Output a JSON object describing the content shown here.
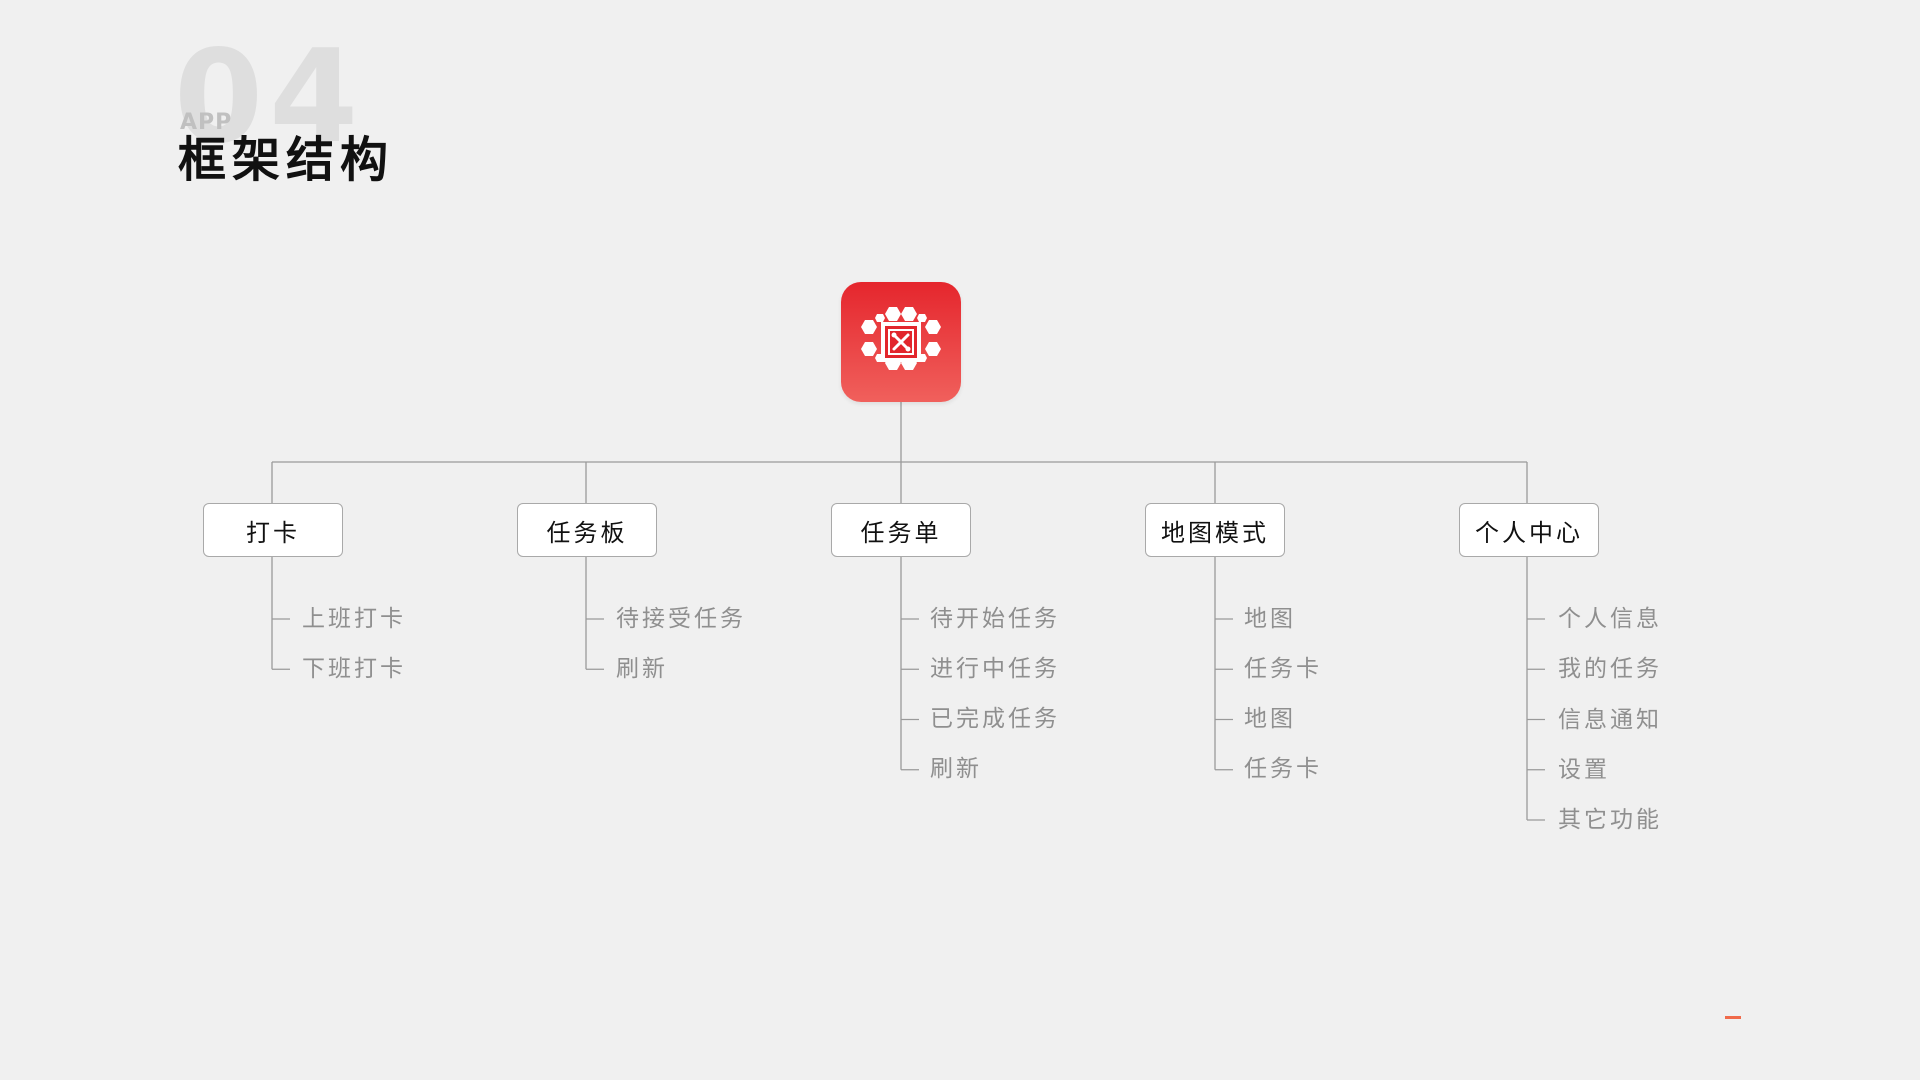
{
  "header": {
    "section_number": "04",
    "section_tag": "APP",
    "section_title": "框架结构"
  },
  "app_icon": {
    "name": "app-logo-icon",
    "color_top": "#e5262d",
    "color_bottom": "#f0605c"
  },
  "tree": [
    {
      "label": "打卡",
      "children": [
        "上班打卡",
        "下班打卡"
      ]
    },
    {
      "label": "任务板",
      "children": [
        "待接受任务",
        "刷新"
      ]
    },
    {
      "label": "任务单",
      "children": [
        "待开始任务",
        "进行中任务",
        "已完成任务",
        "刷新"
      ]
    },
    {
      "label": "地图模式",
      "children": [
        "地图",
        "任务卡",
        "地图",
        "任务卡"
      ]
    },
    {
      "label": "个人中心",
      "children": [
        "个人信息",
        "我的任务",
        "信息通知",
        "设置",
        "其它功能"
      ]
    }
  ],
  "colors": {
    "background": "#f0f0f0",
    "line": "#9a9a9a",
    "leaf_text": "#8f8f8f",
    "accent": "#f06a4a"
  }
}
